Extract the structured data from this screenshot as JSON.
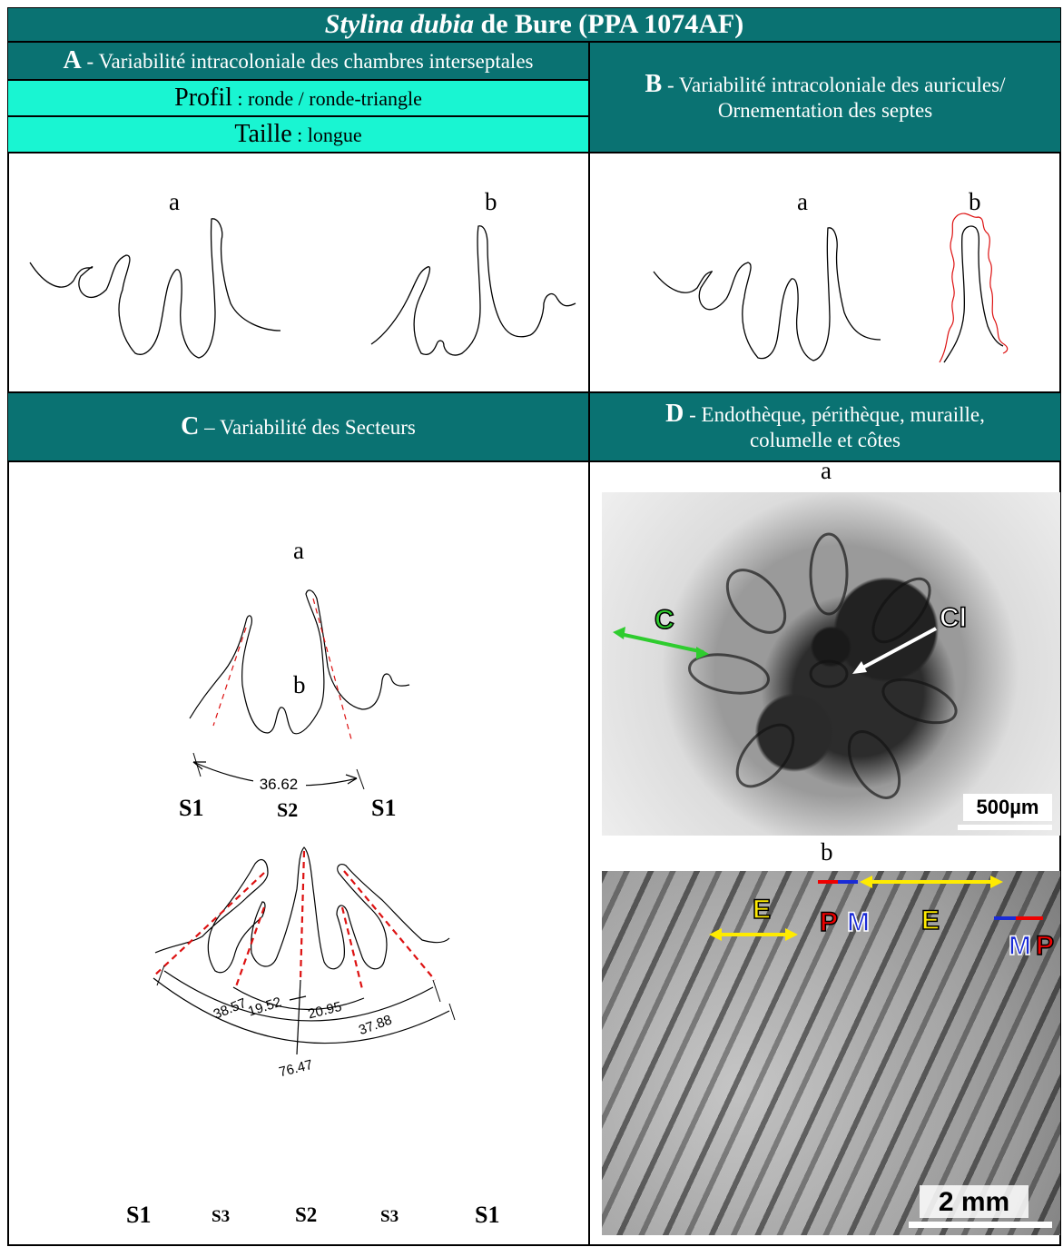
{
  "title": {
    "species": "Stylina dubia",
    "rest": " de Bure (PPA 1074AF)"
  },
  "panelA": {
    "letter": "A",
    "heading": " - Variabilité intracoloniale des chambres interseptales",
    "profil_key": "Profil",
    "profil_val": " : ronde / ronde-triangle",
    "taille_key": "Taille",
    "taille_val": " : longue",
    "label_a": "a",
    "label_b": "b"
  },
  "panelB": {
    "letter": "B",
    "heading_1": " - Variabilité intracoloniale des auricules/",
    "heading_2": "Ornementation des septes",
    "label_a": "a",
    "label_b": "b"
  },
  "panelC": {
    "letter": "C",
    "heading": " – Variabilité des Secteurs",
    "label_a": "a",
    "label_b": "b",
    "angle_a": "36.62",
    "angles_b": [
      "38.57",
      "19.52",
      "20.95",
      "37.88",
      "76.47"
    ],
    "sectors_a": [
      "S1",
      "S2",
      "S1"
    ],
    "sectors_b": [
      "S1",
      "S3",
      "S2",
      "S3",
      "S1"
    ]
  },
  "panelD": {
    "letter": "D",
    "heading_1": " - Endothèque, périthèque, muraille,",
    "heading_2": "columelle et côtes",
    "label_a": "a",
    "label_b": "b",
    "photo_a": {
      "label_c": "C",
      "label_cl": "Cl",
      "scale": "500µm"
    },
    "photo_b": {
      "labels": [
        "E",
        "P",
        "M",
        "E",
        "M",
        "P"
      ],
      "scale": "2 mm"
    }
  }
}
